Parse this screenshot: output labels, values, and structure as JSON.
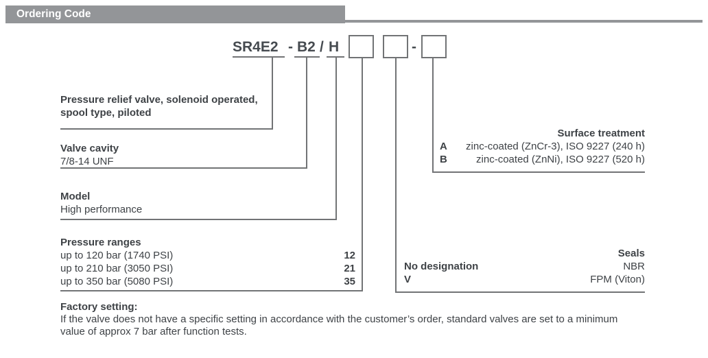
{
  "header": {
    "title": "Ordering Code"
  },
  "code": {
    "base": "SR4E2",
    "sep1": "-",
    "part2": "B2",
    "sep2": "/",
    "part3": "H",
    "box_dash": "-"
  },
  "sections": {
    "description": {
      "line1": "Pressure relief valve, solenoid operated,",
      "line2": "spool type, piloted"
    },
    "valve_cavity": {
      "title": "Valve cavity",
      "value": "7/8-14 UNF"
    },
    "model": {
      "title": "Model",
      "value": "High performance"
    },
    "pressure_ranges": {
      "title": "Pressure ranges",
      "options": [
        {
          "label": "up to 120 bar (1740 PSI)",
          "code": "12"
        },
        {
          "label": "up to 210 bar (3050 PSI)",
          "code": "21"
        },
        {
          "label": "up to 350 bar (5080 PSI)",
          "code": "35"
        }
      ]
    },
    "surface_treatment": {
      "title": "Surface treatment",
      "options": [
        {
          "code": "A",
          "label": "zinc-coated (ZnCr-3), ISO 9227 (240 h)"
        },
        {
          "code": "B",
          "label": "zinc-coated (ZnNi), ISO 9227 (520 h)"
        }
      ]
    },
    "seals": {
      "title": "Seals",
      "options": [
        {
          "code": "No designation",
          "label": "NBR"
        },
        {
          "code": "V",
          "label": "FPM (Viton)"
        }
      ]
    }
  },
  "factory_setting": {
    "title": "Factory setting:",
    "line1": "If the valve does not have a specific setting in accordance with the customer’s order, standard valves are set to a minimum",
    "line2": "value of approx 7 bar after function tests."
  },
  "colors": {
    "header_bg": "#939598",
    "text": "#3e4246",
    "line": "#717375"
  }
}
